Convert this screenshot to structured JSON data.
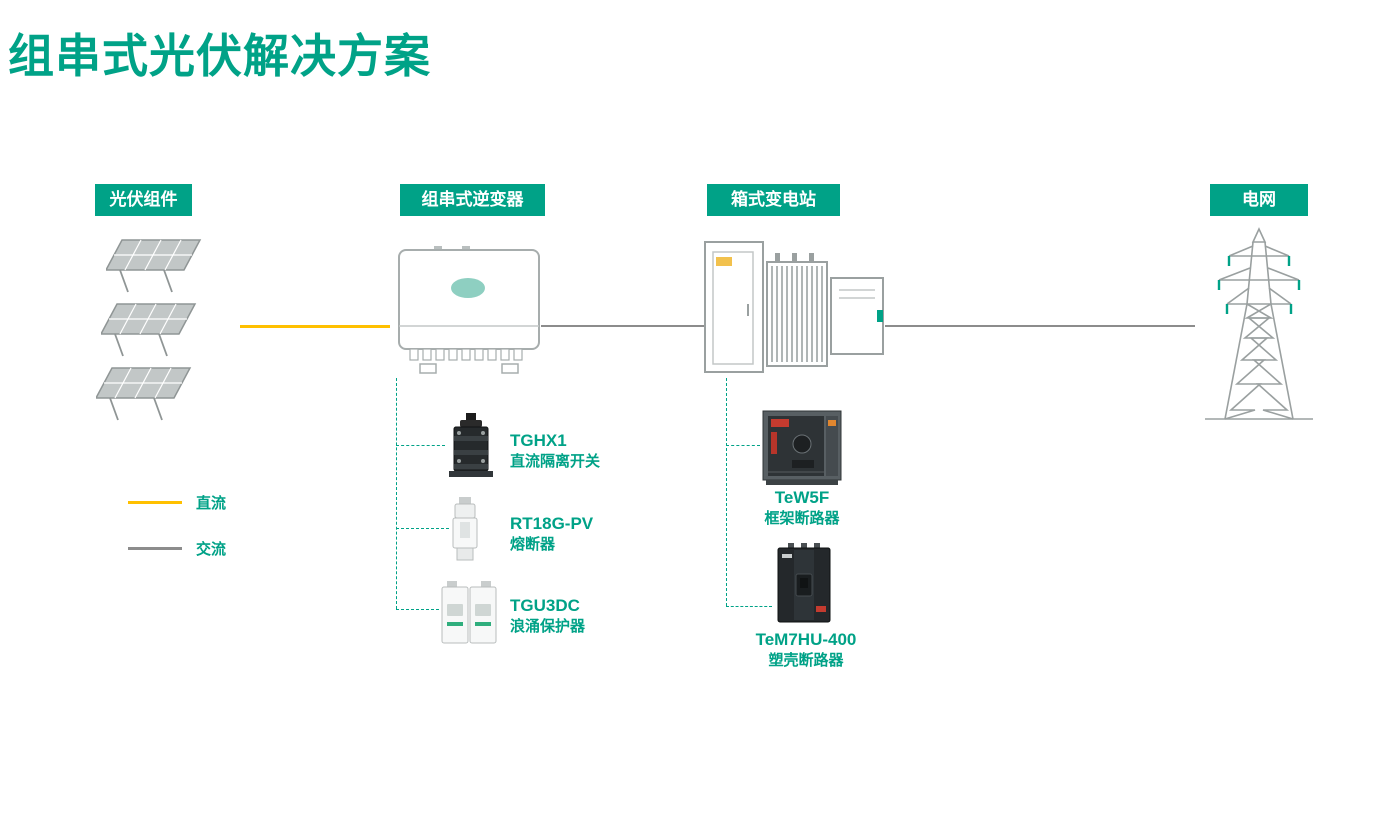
{
  "page": {
    "title": "组串式光伏解决方案"
  },
  "colors": {
    "teal": "#00A287",
    "yellow": "#FFC000",
    "gray": "#8C8C8C"
  },
  "stages": [
    {
      "id": "pv-modules",
      "label": "光伏组件"
    },
    {
      "id": "string-inverter",
      "label": "组串式逆变器"
    },
    {
      "id": "box-substation",
      "label": "箱式变电站"
    },
    {
      "id": "grid",
      "label": "电网"
    }
  ],
  "legend": [
    {
      "label": "直流",
      "color": "#FFC000"
    },
    {
      "label": "交流",
      "color": "#8C8C8C"
    }
  ],
  "inverter_components": [
    {
      "model": "TGHX1",
      "name": "直流隔离开关"
    },
    {
      "model": "RT18G-PV",
      "name": "熔断器"
    },
    {
      "model": "TGU3DC",
      "name": "浪涌保护器"
    }
  ],
  "substation_components": [
    {
      "model": "TeW5F",
      "name": "框架断路器"
    },
    {
      "model": "TeM7HU-400",
      "name": "塑壳断路器"
    }
  ]
}
